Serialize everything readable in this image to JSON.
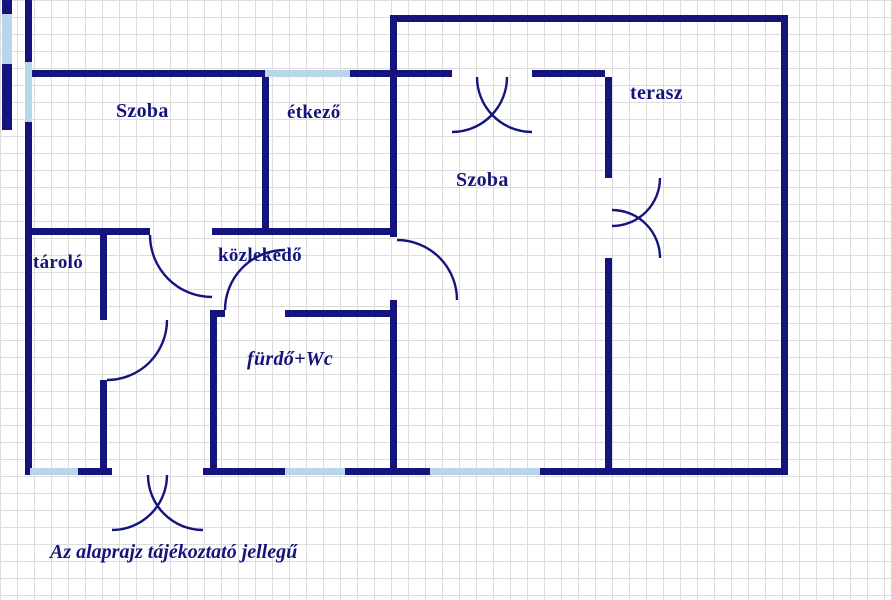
{
  "colors": {
    "wall": "#15147c",
    "window": "#b7d6e9",
    "label": "#15147c",
    "grid": "#dcdcdc",
    "background": "#ffffff"
  },
  "rooms": [
    {
      "id": "szoba-left",
      "label": "Szoba"
    },
    {
      "id": "etkezo",
      "label": "étkező"
    },
    {
      "id": "szoba-right",
      "label": "Szoba"
    },
    {
      "id": "terasz",
      "label": "terasz"
    },
    {
      "id": "tarolo",
      "label": "tároló"
    },
    {
      "id": "kozlekedo",
      "label": "közlekedő"
    },
    {
      "id": "furdo-wc",
      "label": "fürdő+Wc"
    }
  ],
  "note": "Az alaprajz tájékoztató jellegű"
}
